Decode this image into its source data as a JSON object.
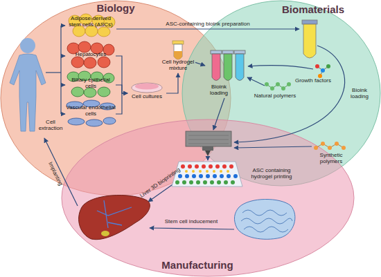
{
  "diagram": {
    "nodes": [
      {
        "text": [
          "Biology"
        ]
      },
      {
        "text": [
          "Biomaterials"
        ]
      },
      {
        "text": [
          "Manufacturing"
        ]
      },
      {
        "text": [
          "Adipose-derived stem cells (ASCs)"
        ],
        "in": 0
      },
      {
        "text": [
          "Hepatocytes"
        ],
        "in": 0
      },
      {
        "text": [
          "Biliary epithelial cells"
        ],
        "in": 0
      },
      {
        "text": [
          "Vascular endothelial cells"
        ],
        "in": 0
      },
      {
        "text": [
          "Cell cultures"
        ],
        "in": 0
      },
      {
        "text": [
          "Cell hydrogel mixture"
        ],
        "in": 0
      },
      {
        "text": [
          "Bioink loading"
        ]
      }
    ],
    "edges": [
      {
        "from": 4,
        "to": 7,
        "arrow": "to"
      },
      {
        "from": 5,
        "to": 7,
        "arrow": "to"
      },
      {
        "from": 6,
        "to": 7,
        "arrow": "to"
      },
      {
        "from": 7,
        "to": 8,
        "arrow": "to"
      },
      {
        "from": 8,
        "to": 9,
        "arrow": "to"
      }
    ],
    "labels": [
      "ASC-containing bioink preparation",
      "Growth factors",
      "Natural polymers",
      "Bioink loading",
      "Synthetic polymers",
      "ASC containing hydrogel printing",
      "Liver 3D bioprinting",
      "Stem cell inducement",
      "Implanting",
      "Cell extraction"
    ]
  }
}
